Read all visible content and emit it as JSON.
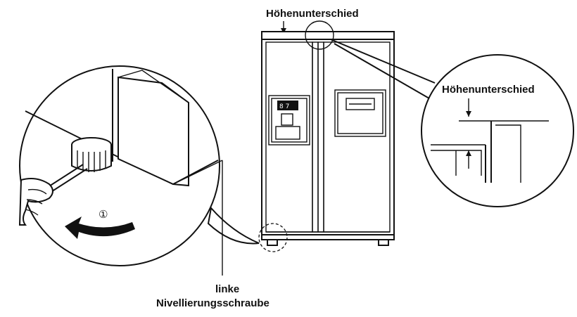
{
  "labels": {
    "top_height_difference": "Höhenunterschied",
    "zoom_height_difference": "Höhenunterschied",
    "left_screw_line1": "linke",
    "left_screw_line2": "Nivellierungsschraube",
    "step_marker": "①"
  },
  "icons": {
    "rotation_arrow": "curved-arrow-left-icon",
    "hand": "hand-icon",
    "screwdriver": "screwdriver-icon"
  }
}
